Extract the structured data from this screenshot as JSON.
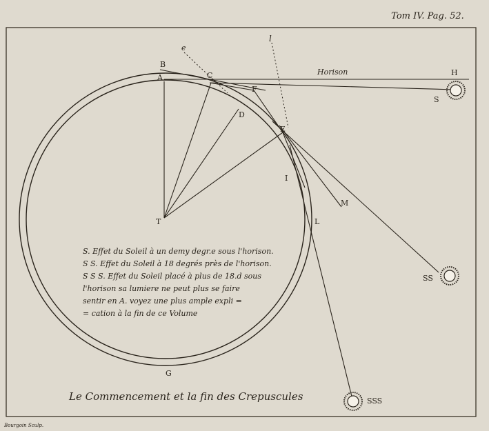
{
  "header": {
    "plate_ref": "Tom IV. Pag. 52."
  },
  "labels": {
    "A": "A",
    "B": "B",
    "C": "C",
    "D": "D",
    "E": "E",
    "F": "F",
    "G": "G",
    "H": "H",
    "I": "I",
    "L": "L",
    "M": "M",
    "T": "T",
    "e": "e",
    "l": "l",
    "S": "S",
    "SS": "SS",
    "SSS": "SSS"
  },
  "horizon_label": "Horison",
  "legend": [
    "S. Effet du Soleil à un demy degr.e sous l'horison.",
    "S S. Effet du Soleil à 18 degrés près de l'horison.",
    "S S S. Effet du Soleil placé à plus de 18.d sous",
    "l'horison sa lumiere ne peut plus se faire",
    "sentir en A. voyez une plus ample expli =",
    "= cation à la fin de ce Volume"
  ],
  "caption": "Le Commencement et la fin des Crepuscules",
  "engraver": "Bourgoin Sculp.",
  "colors": {
    "paper": "#e7e2d7",
    "ink": "#2a241c",
    "frame": "#3b3328"
  }
}
